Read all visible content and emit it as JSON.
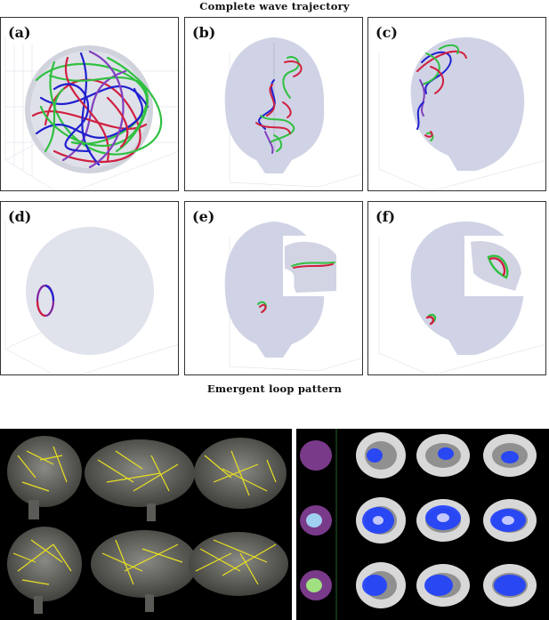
{
  "figure": {
    "top_title": "Complete wave trajectory",
    "middle_title": "Emergent loop pattern",
    "panels": [
      {
        "label": "(a)",
        "content": "sphere"
      },
      {
        "label": "(b)",
        "content": "brain-coronal"
      },
      {
        "label": "(c)",
        "content": "brain-oblique"
      },
      {
        "label": "(d)",
        "content": "sphere-loop"
      },
      {
        "label": "(e)",
        "content": "brain-loop-inset"
      },
      {
        "label": "(f)",
        "content": "brain-loop-inset-oblique"
      }
    ]
  },
  "colors": {
    "trajectory": [
      "#2020d0",
      "#d02040",
      "#30c040",
      "#8040c0"
    ],
    "volume": "#c8cbe0",
    "background_dark": "#000000",
    "tract_yellow": "#e8e020",
    "mri_blue": "#2040ff"
  }
}
